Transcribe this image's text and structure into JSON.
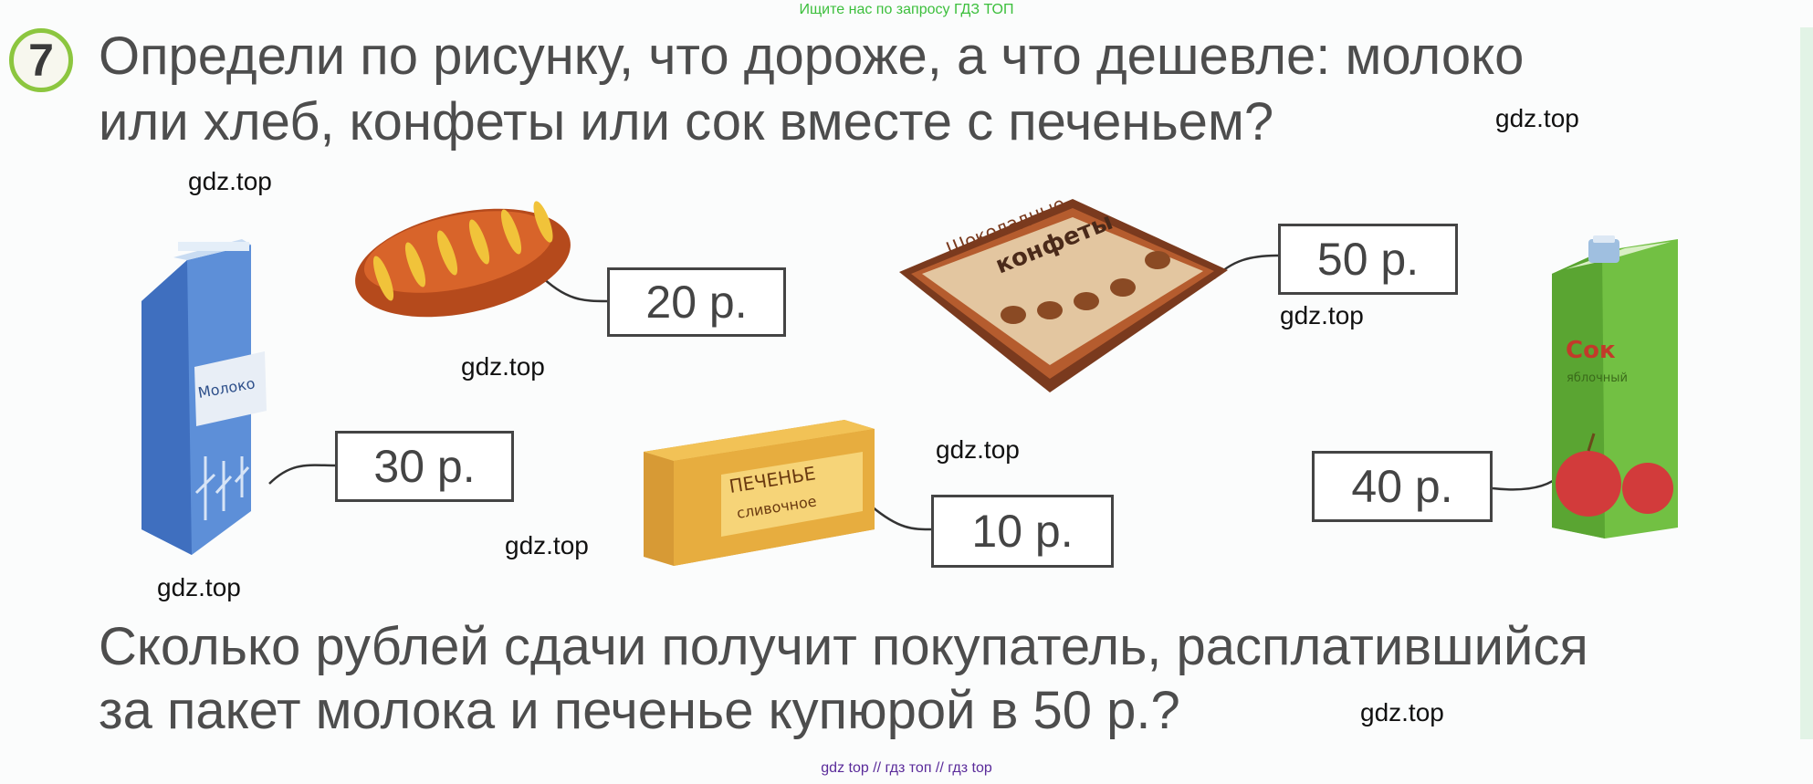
{
  "header": {
    "note": "Ищите нас по запросу ГДЗ ТОП"
  },
  "task": {
    "number": "7",
    "lines": [
      "Определи по рисунку, что дороже, а что дешевле: молоко",
      "или хлеб, конфеты или сок вместе с печеньем?"
    ],
    "question_lines": [
      "Сколько рублей сдачи получит покупатель, расплатившийся",
      "за пакет молока и печенье купюрой в 50 р.?"
    ]
  },
  "prices": {
    "bread": "20 р.",
    "milk": "30 р.",
    "cookies": "10 р.",
    "candies": "50 р.",
    "juice": "40 р."
  },
  "package_labels": {
    "milk": "Молоко",
    "cookies_line1": "ПЕЧЕНЬЕ",
    "cookies_line2": "сливочное",
    "candies_line1": "Шоколадные",
    "candies_line2": "конфеты",
    "juice_line1": "Сок",
    "juice_line2": "яблочный"
  },
  "watermark": "gdz.top",
  "footer": {
    "note": "gdz top // гдз топ // гдз top"
  },
  "colors": {
    "badge_ring": "#8cc63f",
    "top_note": "#3cbf3c",
    "footer_note": "#5a2b9a"
  }
}
